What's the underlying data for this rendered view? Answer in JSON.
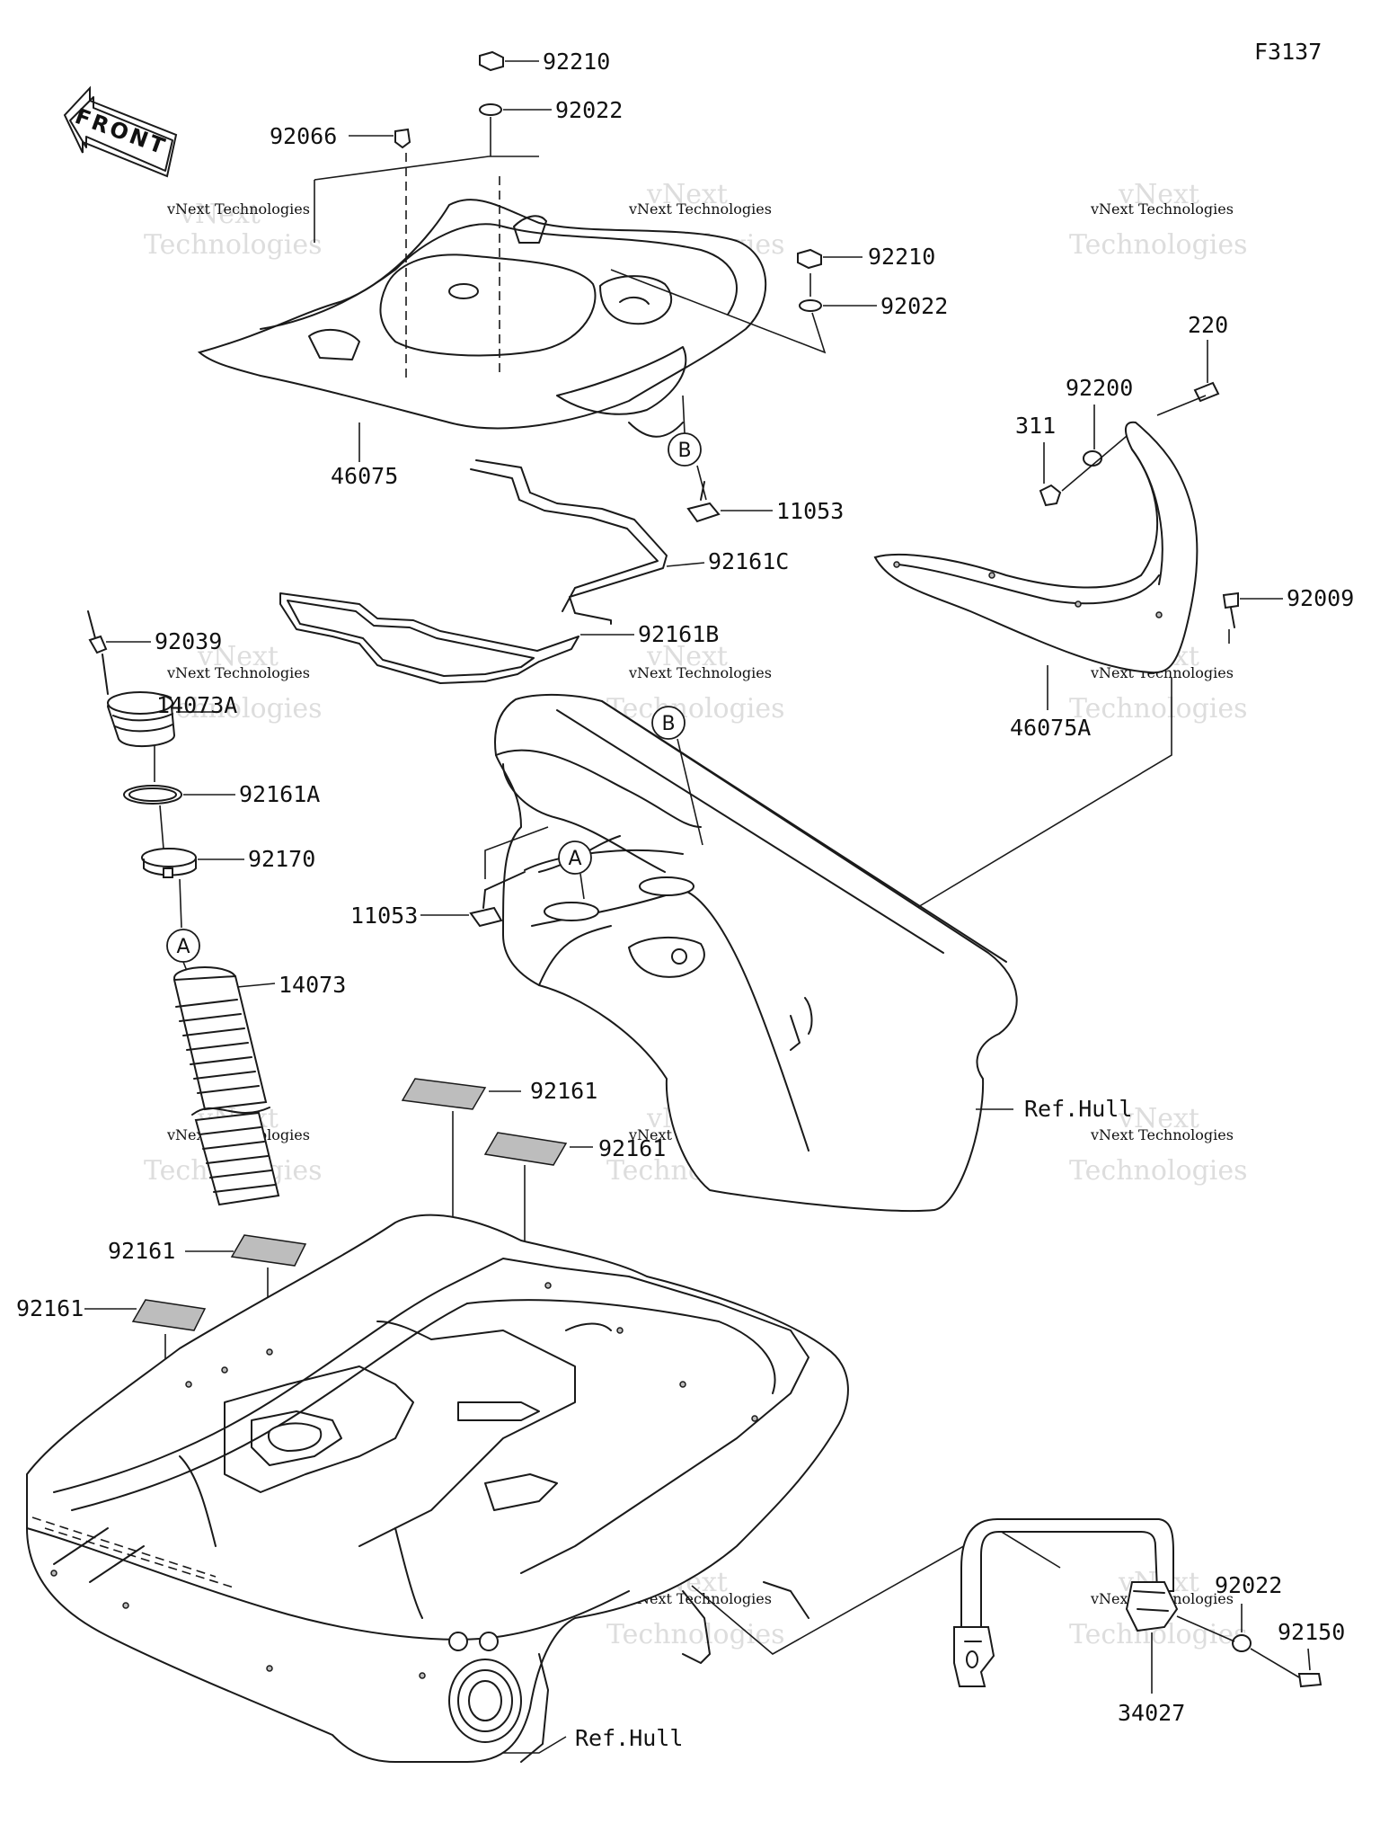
{
  "figure_code": "F3137",
  "front_arrow_label": "FRONT",
  "watermark": {
    "line1": "vNext Technologies",
    "line2": "Technologies",
    "line3": "vNext"
  },
  "callout_markers": {
    "a": "A",
    "b": "B"
  },
  "labels": {
    "l_92210_top": "92210",
    "l_92022_top": "92022",
    "l_92066": "92066",
    "l_92210_right": "92210",
    "l_92022_right": "92022",
    "l_46075": "46075",
    "l_11053_top": "11053",
    "l_92161C": "92161C",
    "l_92161B": "92161B",
    "l_220": "220",
    "l_92200": "92200",
    "l_311": "311",
    "l_92009": "92009",
    "l_46075A": "46075A",
    "l_92039": "92039",
    "l_14073A": "14073A",
    "l_92161A": "92161A",
    "l_92170": "92170",
    "l_11053_mid": "11053",
    "l_14073": "14073",
    "l_92161_a": "92161",
    "l_92161_b": "92161",
    "l_92161_c": "92161",
    "l_92161_d": "92161",
    "l_refhull_mid": "Ref.Hull",
    "l_refhull_bottom": "Ref.Hull",
    "l_92022_bottom": "92022",
    "l_92150": "92150",
    "l_34027": "34027"
  }
}
